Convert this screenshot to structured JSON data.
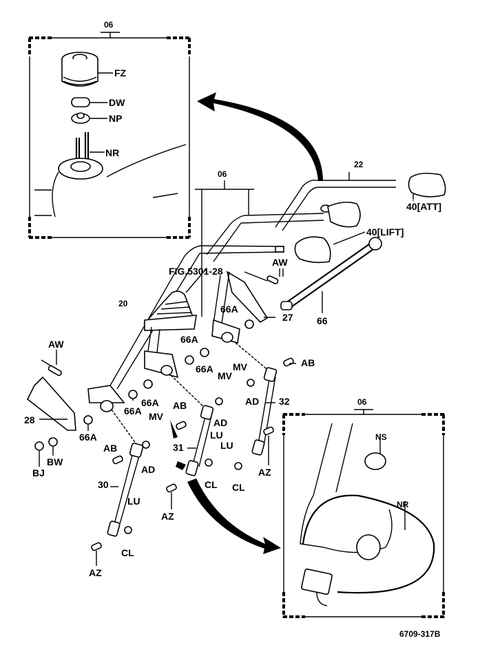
{
  "diagram": {
    "drawing_number": "6709-317B",
    "reference": "FIG.5301-28",
    "insets": [
      {
        "id": "top-left",
        "assembly": "06",
        "parts": [
          "FZ",
          "DW",
          "NP",
          "NR"
        ]
      },
      {
        "id": "bottom-right",
        "assembly": "06",
        "parts": [
          "NS",
          "NR"
        ]
      }
    ],
    "main_assembly": "06",
    "labels": {
      "a06_top": "06",
      "fz": "FZ",
      "dw": "DW",
      "np": "NP",
      "nr_top": "NR",
      "a06_main": "06",
      "p22": "22",
      "p40att": "40[ATT]",
      "p40lift": "40[LIFT]",
      "fig": "FIG.5301-28",
      "aw_r": "AW",
      "p66a_1": "66A",
      "p27": "27",
      "p66": "66",
      "p20": "20",
      "aw_l": "AW",
      "p66a_2": "66A",
      "p66a_3": "66A",
      "p66a_4": "66A",
      "p66a_5": "66A",
      "p66a_6": "66A",
      "mv_1": "MV",
      "mv_2": "MV",
      "mv_3": "MV",
      "ab_r": "AB",
      "ab_m": "AB",
      "ab_l": "AB",
      "ad_1": "AD",
      "ad_2": "AD",
      "ad_3": "AD",
      "p32": "32",
      "p28": "28",
      "bw": "BW",
      "bj": "BJ",
      "p31": "31",
      "lu_1": "LU",
      "lu_2": "LU",
      "lu_3": "LU",
      "az_r": "AZ",
      "az_m": "AZ",
      "az_l": "AZ",
      "cl_1": "CL",
      "cl_2": "CL",
      "cl_3": "CL",
      "p30": "30",
      "a06_br": "06",
      "ns": "NS",
      "nr_br": "NR"
    }
  }
}
